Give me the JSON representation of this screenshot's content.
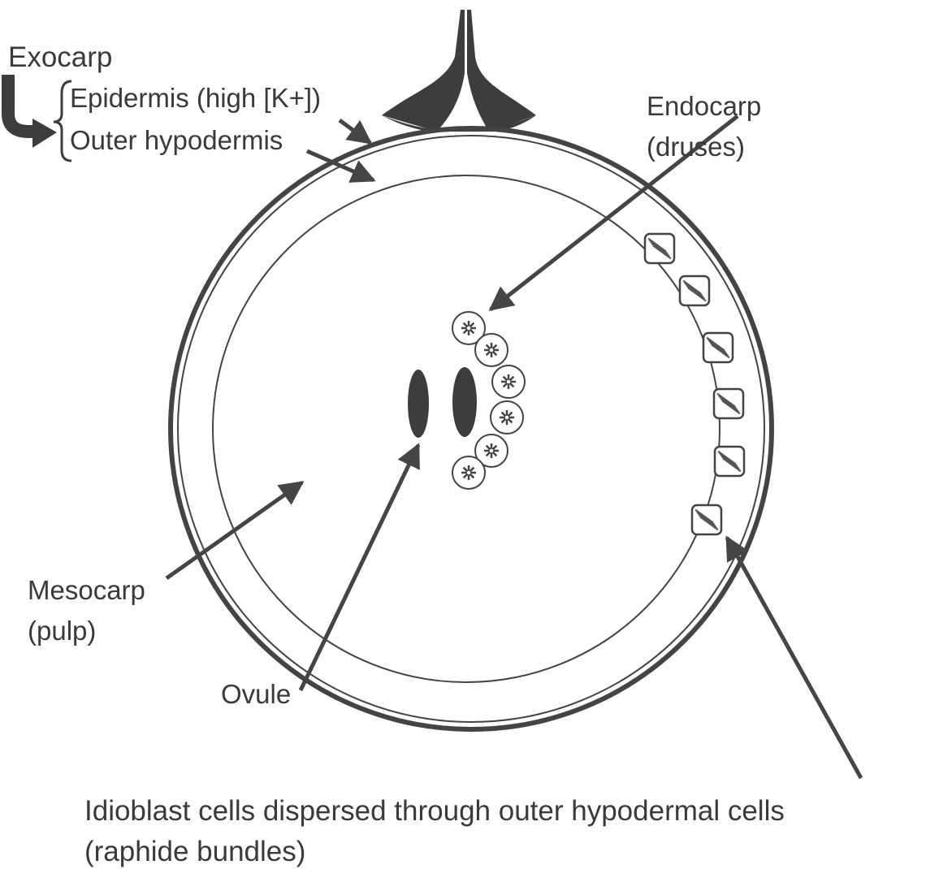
{
  "labels": {
    "exocarp": "Exocarp",
    "epidermis": "Epidermis (high [K+])",
    "outer_hypodermis": "Outer hypodermis",
    "endocarp": "Endocarp",
    "endocarp_sub": "(druses)",
    "mesocarp": "Mesocarp",
    "mesocarp_sub": "(pulp)",
    "ovule": "Ovule",
    "idioblast_line1": "Idioblast cells dispersed through outer hypodermal cells",
    "idioblast_line2": "(raphide bundles)"
  },
  "colors": {
    "ink": "#3a3a3a",
    "fill_dark": "#3d3d3d",
    "background": "#ffffff"
  },
  "icons": {
    "druse": "star-crystal-icon",
    "raphide": "needle-bundle-icon",
    "arrow": "arrow-icon"
  }
}
